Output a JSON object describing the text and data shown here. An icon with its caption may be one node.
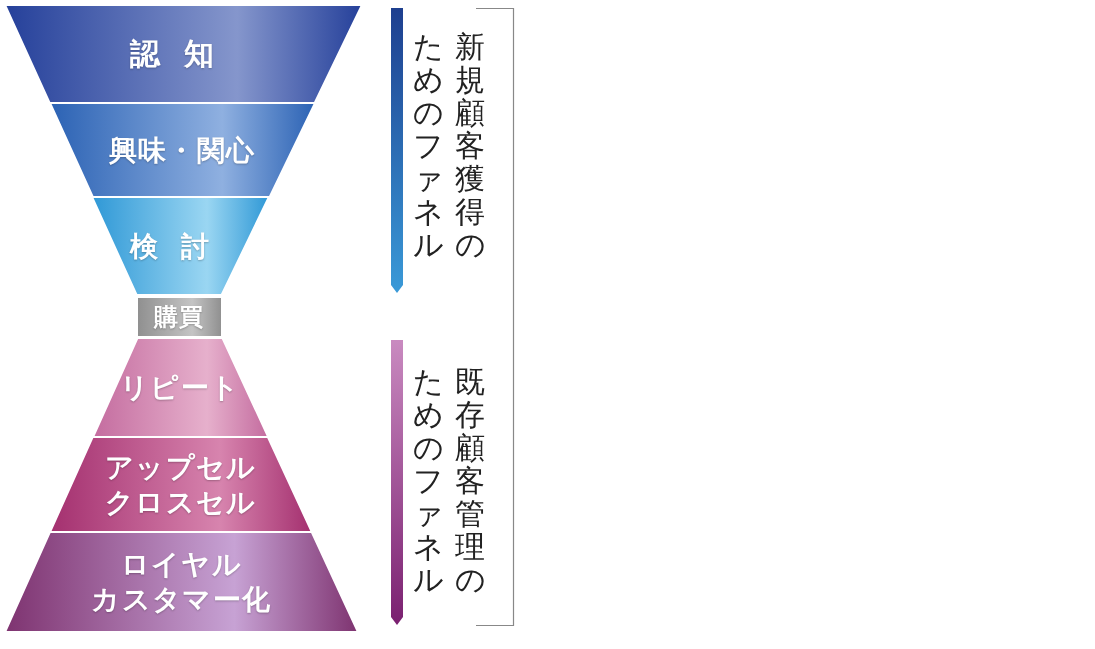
{
  "diagram": {
    "nodes": [
      {
        "text": [
          "認知"
        ]
      },
      {
        "text": [
          "興味・関心"
        ]
      },
      {
        "text": [
          "検討"
        ]
      },
      {
        "text": [
          "購買"
        ]
      },
      {
        "text": [
          "リピート"
        ]
      },
      {
        "text": [
          "アップセル",
          "クロスセル"
        ]
      },
      {
        "text": [
          "ロイヤルカスタマー化"
        ]
      }
    ],
    "edges": [],
    "labels": [
      "新規顧客獲得の",
      "ためのファネル",
      "既存顧客管理の",
      "ためのファネル"
    ]
  }
}
